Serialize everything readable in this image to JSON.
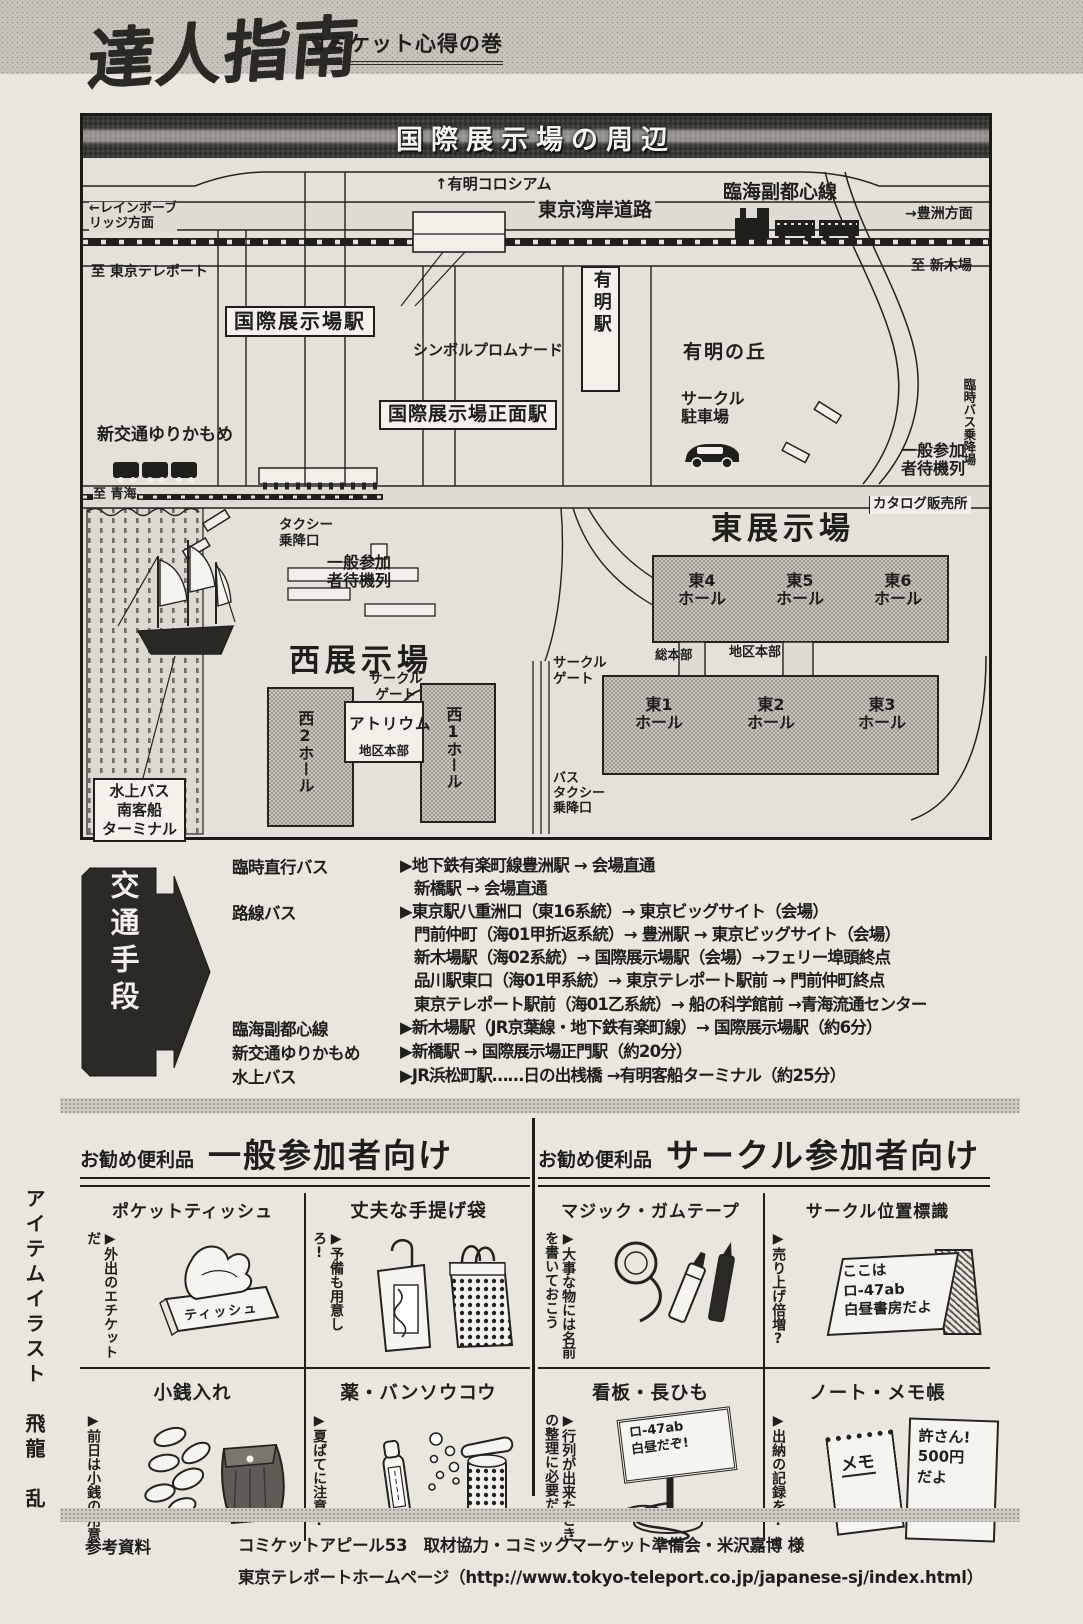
{
  "masthead": {
    "title": "達人指南",
    "subtitle": "コミケット心得の巻"
  },
  "map": {
    "title": "国際展示場の周辺",
    "labels": {
      "coliseum": "↑有明コロシアム",
      "bay_road": "東京湾岸道路",
      "rinkai_line": "臨海副都心線",
      "rainbow": "←レインボーブ\nリッジ方面",
      "toyosu": "→豊洲方面",
      "to_teleport": "至 東京テレポート",
      "to_shinkiba": "至 新木場",
      "tenjijo_station": "国際展示場駅",
      "promenade": "シンボルプロムナード",
      "ariake_station": "有明駅",
      "front_station": "国際展示場正面駅",
      "ariake_hill": "有明の丘",
      "circle_parking": "サークル\n駐車場",
      "yurikamome": "新交通ゆりかもめ",
      "to_aomi": "至 青海",
      "temp_bus": "臨時バス乗降場",
      "queue_right": "一般参加\n者待機列",
      "catalog_shop": "カタログ販売所",
      "east_title": "東展示場",
      "hall_e4": "東4\nホール",
      "hall_e5": "東5\nホール",
      "hall_e6": "東6\nホール",
      "hq_main": "総本部",
      "hq_district_east": "地区本部",
      "hall_e1": "東1\nホール",
      "hall_e2": "東2\nホール",
      "hall_e3": "東3\nホール",
      "taxi_stop": "タクシー\n乗降口",
      "queue_west": "一般参加\n者待機列",
      "west_title": "西展示場",
      "circle_gate_west": "サークル\nゲート",
      "atrium": "アトリウム",
      "hq_district_west": "地区本部",
      "hall_w2": "西2ホール",
      "hall_w1": "西1ホール",
      "water_bus": "水上バス\n南客船\nターミナル",
      "circle_gate_center": "サークル\nゲート",
      "bus_taxi_stop": "バス\nタクシー\n乗降口"
    }
  },
  "transport": {
    "heading": "交通手段",
    "rows": [
      {
        "label": "臨時直行バス",
        "lines": [
          "▶地下鉄有楽町線豊洲駅 → 会場直通",
          "新橋駅 → 会場直通"
        ]
      },
      {
        "label": "路線バス",
        "lines": [
          "▶東京駅八重洲口（東16系統）→ 東京ビッグサイト（会場）",
          "門前仲町（海01甲折返系統）→ 豊洲駅 → 東京ビッグサイト（会場）",
          "新木場駅（海02系統）→ 国際展示場駅（会場）→フェリー埠頭終点",
          "品川駅東口（海01甲系統）→ 東京テレポート駅前 → 門前仲町終点",
          "東京テレポート駅前（海01乙系統）→ 船の科学館前 →青海流通センター"
        ]
      },
      {
        "label": "臨海副都心線",
        "lines": [
          "▶新木場駅（JR京葉線・地下鉄有楽町線）→ 国際展示場駅（約6分）"
        ]
      },
      {
        "label": "新交通ゆりかもめ",
        "lines": [
          "▶新橋駅 → 国際展示場正門駅（約20分）"
        ]
      },
      {
        "label": "水上バス",
        "lines": [
          "▶JR浜松町駅……日の出桟橋 →有明客船ターミナル（約25分）"
        ]
      }
    ]
  },
  "items": {
    "general": {
      "tag": "お勧め便利品",
      "title": "一般参加者向け",
      "items": [
        {
          "name": "ポケットティッシュ",
          "note": "▶外出のエチケットだ",
          "sketch_text": "ティッシュ"
        },
        {
          "name": "丈夫な手提げ袋",
          "note": "▶予備も用意しろ!"
        },
        {
          "name": "小銭入れ",
          "note": "▶前日は小銭の用意"
        },
        {
          "name": "薬・バンソウコウ",
          "note": "▶夏ばてに注意!"
        }
      ]
    },
    "circle": {
      "tag": "お勧め便利品",
      "title": "サークル参加者向け",
      "items": [
        {
          "name": "マジック・ガムテープ",
          "note": "▶大事な物には名前を書いておこう"
        },
        {
          "name": "サークル位置標識",
          "note": "▶売り上げ倍増?",
          "sign_text": "ここは\nロ-47ab\n白昼書房だよ"
        },
        {
          "name": "看板・長ひも",
          "note": "▶行列が出来たときの整理に必要だ",
          "sign_text": "ロ-47ab\n白昼だぞ!"
        },
        {
          "name": "ノート・メモ帳",
          "note": "▶出納の記録を!",
          "memo_text": "メモ",
          "price_text": "許さん!\n500円\nだよ"
        }
      ]
    }
  },
  "credit": "アイテムイラスト　飛龍　乱",
  "footer": {
    "label": "参考資料",
    "line1": "コミケットアピール53　取材協力・コミックマーケット準備会・米沢嘉博 様",
    "line2": "東京テレポートホームページ（http://www.tokyo-teleport.co.jp/japanese-sj/index.html）"
  }
}
